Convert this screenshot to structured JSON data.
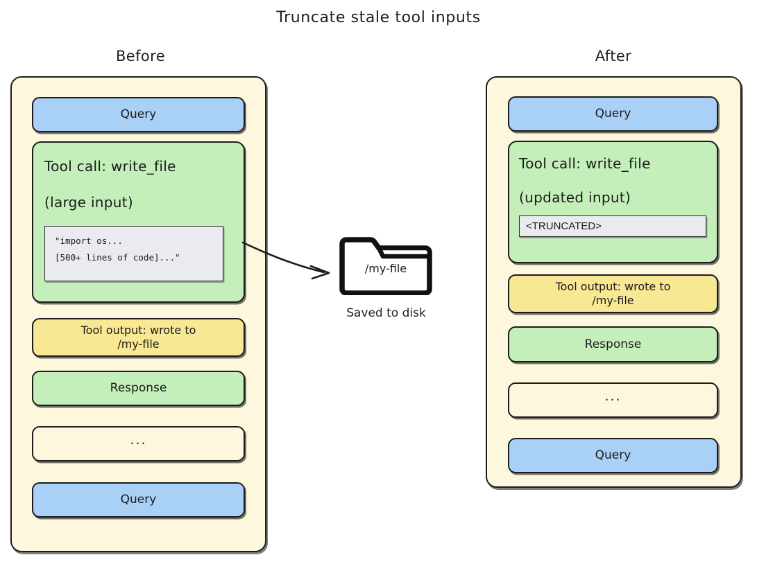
{
  "title": "Truncate stale tool inputs",
  "columns": {
    "before": {
      "heading": "Before",
      "blocks": {
        "query_top": "Query",
        "tool_call_title": "Tool call: write_file",
        "tool_call_subtitle": "(large input)",
        "code": {
          "line1": "\"import os...",
          "line2": "[500+ lines of code]...\""
        },
        "tool_output": "Tool output: wrote to\n/my-file",
        "response": "Response",
        "ellipsis": "...",
        "query_bottom": "Query"
      }
    },
    "after": {
      "heading": "After",
      "blocks": {
        "query_top": "Query",
        "tool_call_title": "Tool call: write_file",
        "tool_call_subtitle": "(updated input)",
        "truncated": "<TRUNCATED>",
        "tool_output": "Tool output: wrote to\n/my-file",
        "response": "Response",
        "ellipsis": "...",
        "query_bottom": "Query"
      }
    }
  },
  "middle": {
    "folder_label": "/my-file",
    "caption": "Saved to disk",
    "arrow": "curved-arrow-right"
  },
  "colors": {
    "page_background": "#ffffff",
    "container_fill": "#fdf8dd",
    "query_blue": "#a9d0f7",
    "tool_green": "#c4efbb",
    "output_yellow": "#f8e894",
    "code_gray": "#e9ebee",
    "stroke": "#1c1c1c"
  }
}
